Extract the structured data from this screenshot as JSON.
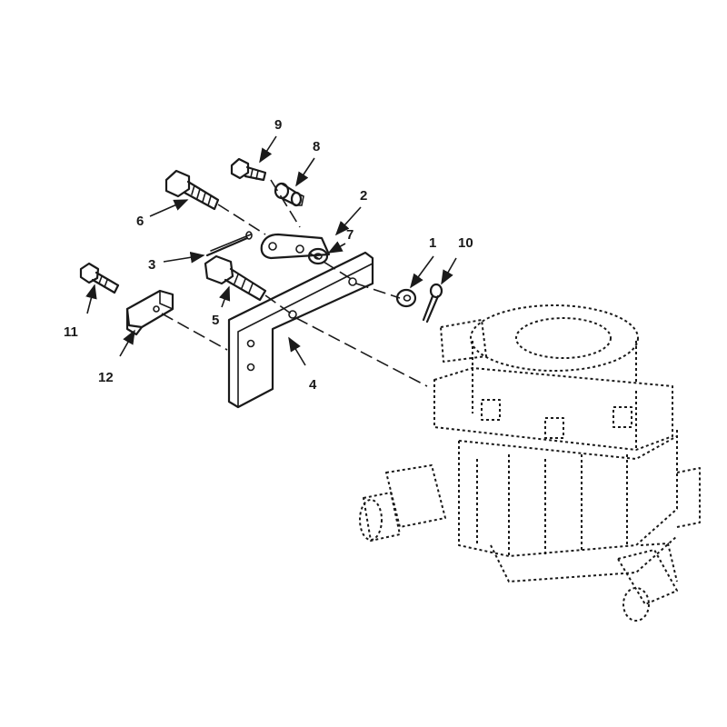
{
  "callouts": {
    "c1": "1",
    "c2": "2",
    "c3": "3",
    "c4": "4",
    "c5": "5",
    "c6": "6",
    "c7": "7",
    "c8": "8",
    "c9": "9",
    "c10": "10",
    "c11": "11",
    "c12": "12"
  },
  "colors": {
    "ink": "#1a1a1a",
    "background": "#ffffff"
  }
}
